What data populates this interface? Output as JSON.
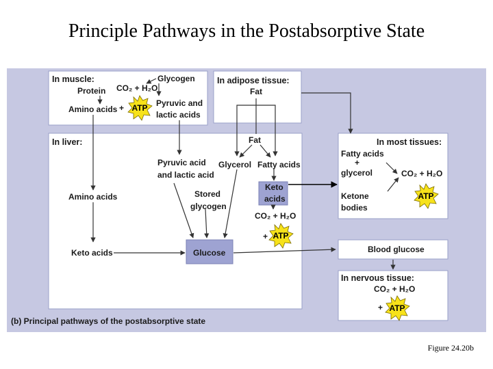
{
  "slide": {
    "title": "Principle Pathways in the Postabsorptive State",
    "figure_ref": "Figure 24.20b"
  },
  "diagram": {
    "caption": "(b) Principal pathways of the postabsorptive state",
    "colors": {
      "background": "#c6c8e2",
      "box": "#ffffff",
      "highlight": "#9ea3d2",
      "atp": "#f7e21a"
    },
    "muscle": {
      "header": "In muscle:",
      "glycogen": "Glycogen",
      "protein": "Protein",
      "co2_h2o": "CO₂ + H₂O",
      "amino_acids": "Amino acids",
      "plus": "+",
      "atp": "ATP",
      "pyruvic_line1": "Pyruvic and",
      "pyruvic_line2": "lactic acids"
    },
    "adipose": {
      "header": "In adipose tissue:",
      "fat": "Fat"
    },
    "liver": {
      "header": "In liver:",
      "fat": "Fat",
      "pyruvic_line1": "Pyruvic acid",
      "pyruvic_line2": "and lactic acid",
      "glycerol": "Glycerol",
      "fatty_acids": "Fatty acids",
      "amino_acids": "Amino acids",
      "stored_line1": "Stored",
      "stored_line2": "glycogen",
      "keto_line1": "Keto",
      "keto_line2": "acids",
      "co2_h2o": "CO₂ + H₂O",
      "plus": "+",
      "atp": "ATP",
      "keto_acids": "Keto acids",
      "glucose": "Glucose"
    },
    "most_tissues": {
      "header": "In most tissues:",
      "fatty_acids": "Fatty acids",
      "plus": "+",
      "glycerol": "glycerol",
      "co2_h2o": "CO₂ + H₂O",
      "ketone_line1": "Ketone",
      "ketone_line2": "bodies",
      "atp": "ATP"
    },
    "blood": {
      "label": "Blood glucose"
    },
    "nervous": {
      "header": "In nervous tissue:",
      "co2_h2o": "CO₂ + H₂O",
      "plus": "+",
      "atp": "ATP"
    }
  }
}
